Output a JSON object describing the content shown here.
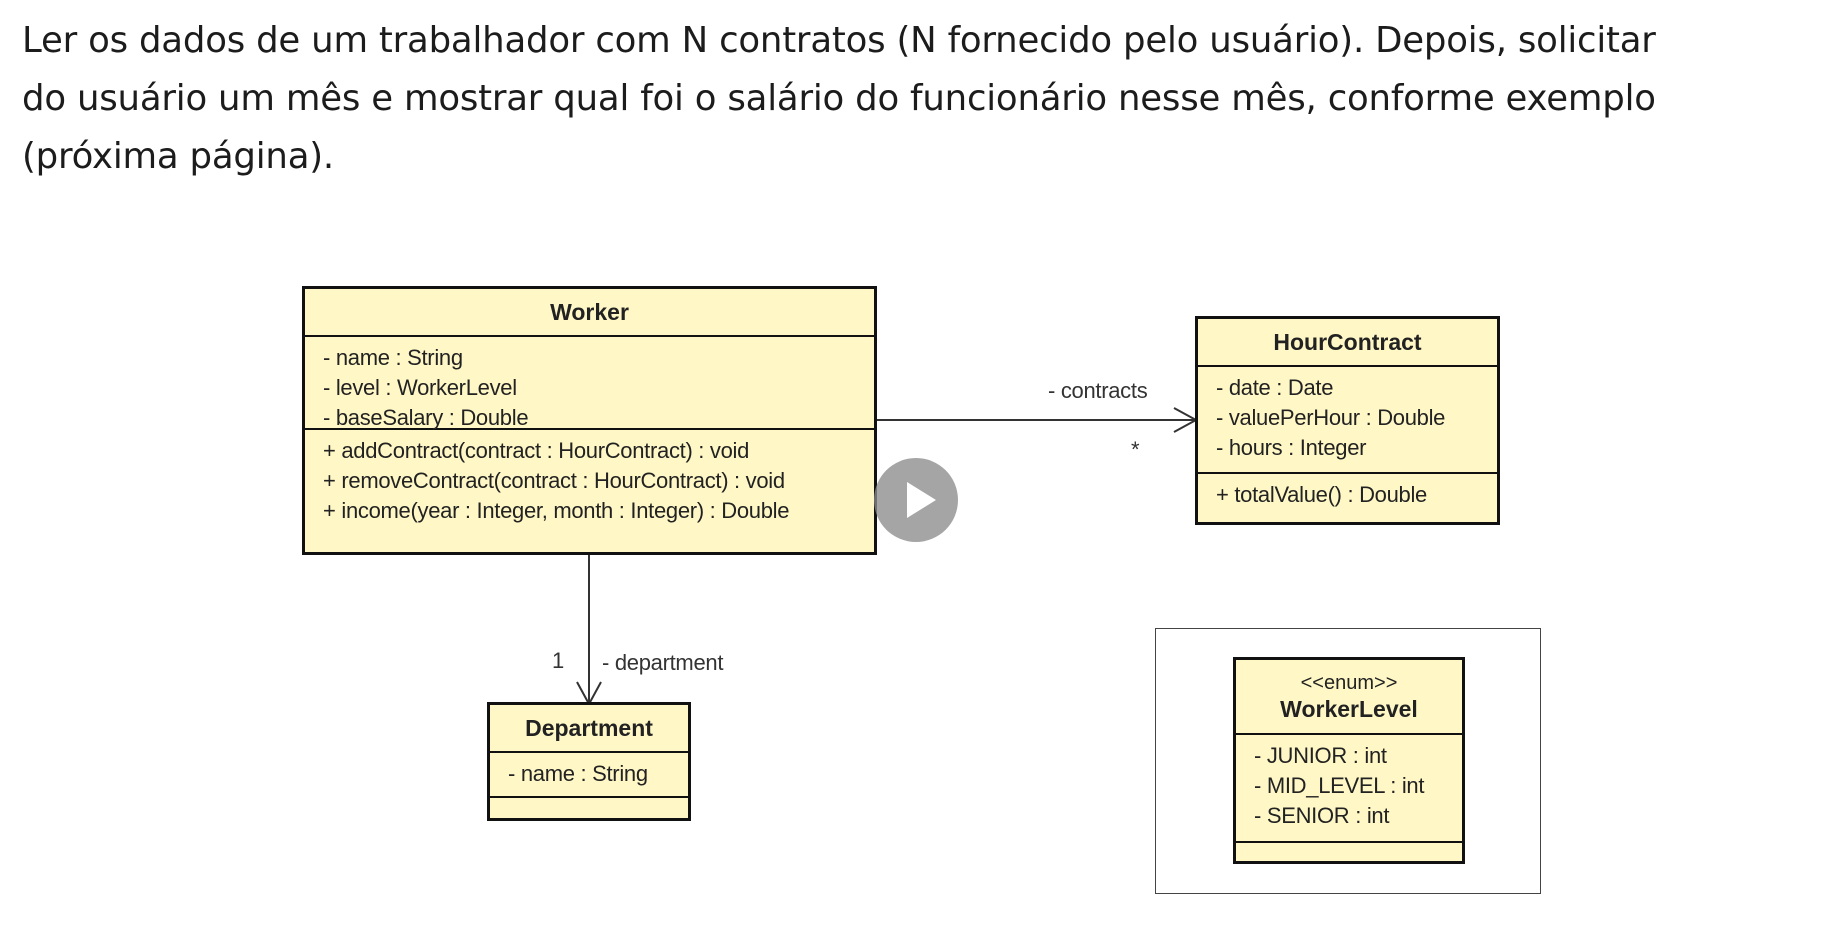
{
  "statement": {
    "lines": [
      "Ler os dados de um trabalhador com N contratos (N fornecido pelo usuário). Depois, solicitar",
      "do usuário um mês e mostrar qual foi o salário do funcionário nesse mês, conforme exemplo",
      "(próxima página)."
    ]
  },
  "diagram": {
    "worker": {
      "name": "Worker",
      "attributes": [
        "- name : String",
        "- level : WorkerLevel",
        "- baseSalary : Double"
      ],
      "methods": [
        "+ addContract(contract : HourContract) : void",
        "+ removeContract(contract : HourContract) : void",
        "+ income(year : Integer, month : Integer) : Double"
      ]
    },
    "hour_contract": {
      "name": "HourContract",
      "attributes": [
        "- date : Date",
        "- valuePerHour : Double",
        "- hours : Integer"
      ],
      "methods": [
        "+ totalValue() : Double"
      ]
    },
    "department": {
      "name": "Department",
      "attributes": [
        "- name : String"
      ]
    },
    "worker_level": {
      "stereotype": "<<enum>>",
      "name": "WorkerLevel",
      "attributes": [
        "- JUNIOR : int",
        "- MID_LEVEL : int",
        "- SENIOR : int"
      ]
    },
    "associations": {
      "contracts": {
        "role": "- contracts",
        "multiplicity": "*"
      },
      "department": {
        "role": "- department",
        "multiplicity": "1"
      }
    }
  },
  "video": {
    "play_icon": "play-icon",
    "overlay_color": "#8c8c8c"
  },
  "colors": {
    "class_fill": "#fff8c6",
    "class_border": "#111111"
  }
}
